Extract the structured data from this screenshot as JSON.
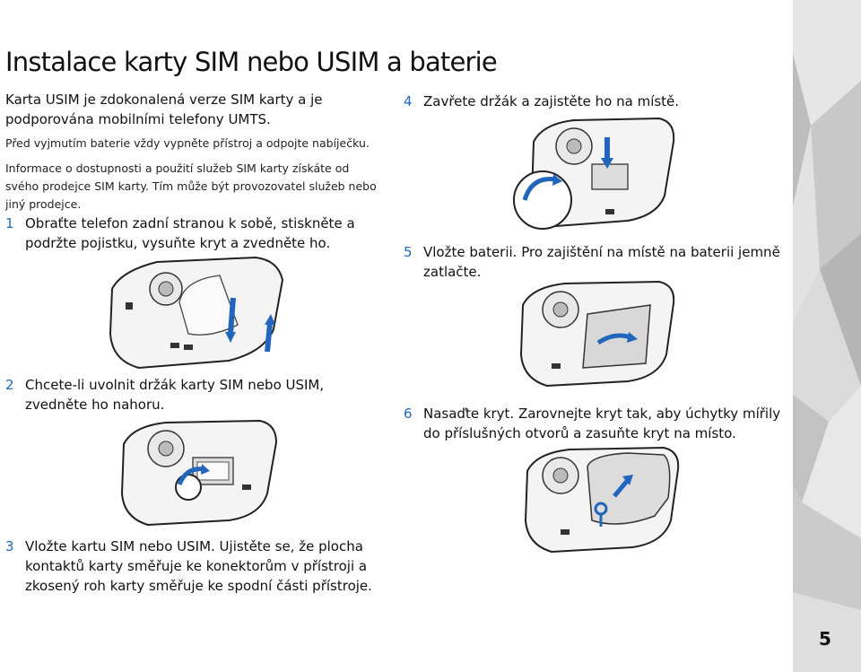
{
  "page": {
    "title": "Instalace karty SIM nebo USIM a baterie",
    "page_number": "5"
  },
  "left": {
    "intro": "Karta USIM je zdokonalená verze SIM karty a je podporována mobilními telefony UMTS.",
    "note1": "Před vyjmutím baterie vždy vypněte přístroj a odpojte nabíječku.",
    "note2": "Informace o dostupnosti a použití služeb SIM karty získáte od svého prodejce SIM karty. Tím může být provozovatel služeb nebo jiný prodejce.",
    "steps": [
      {
        "num": "1",
        "text": "Obraťte telefon zadní stranou k sobě, stiskněte a podržte pojistku, vysuňte kryt a zvedněte ho."
      },
      {
        "num": "2",
        "text": "Chcete-li uvolnit držák karty SIM nebo USIM, zvedněte ho nahoru."
      },
      {
        "num": "3",
        "text": "Vložte kartu SIM nebo USIM. Ujistěte se, že plocha kontaktů karty směřuje ke konektorům v přístroji a zkosený roh karty směřuje ke spodní části přístroje."
      }
    ]
  },
  "right": {
    "steps": [
      {
        "num": "4",
        "text": "Zavřete držák a zajistěte ho na místě."
      },
      {
        "num": "5",
        "text": "Vložte baterii. Pro zajištění na místě na baterii jemně zatlačte."
      },
      {
        "num": "6",
        "text": "Nasaďte kryt. Zarovnejte kryt tak, aby úchytky mířily do příslušných otvorů a zasuňte kryt na místo."
      }
    ]
  },
  "colors": {
    "step_number": "#2266bb",
    "arrow": "#2266bb",
    "sidebar": "#d4d4d4"
  }
}
